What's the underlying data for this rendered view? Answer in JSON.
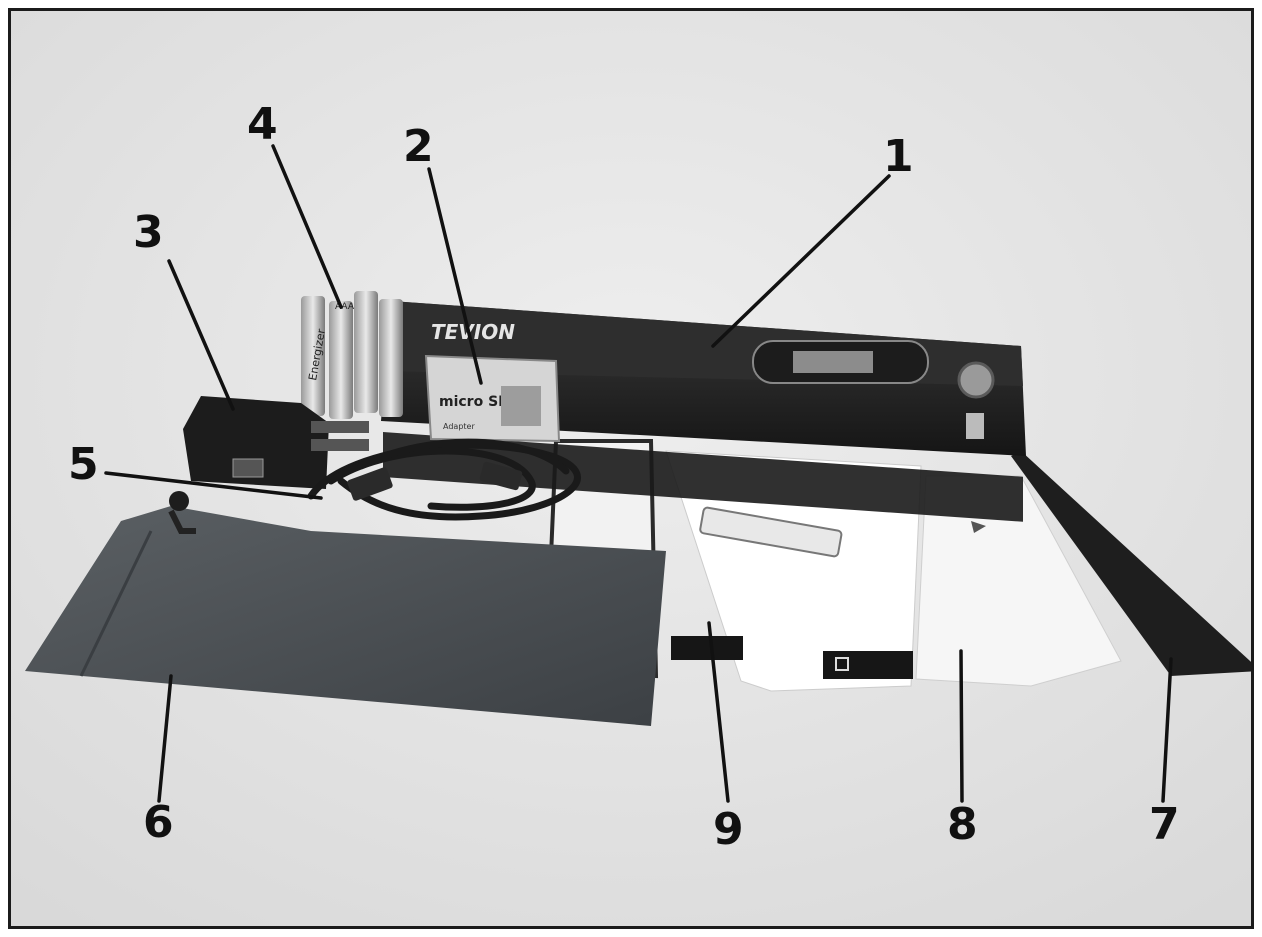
{
  "figure": {
    "callouts": [
      {
        "id": "1",
        "label": "1"
      },
      {
        "id": "2",
        "label": "2"
      },
      {
        "id": "3",
        "label": "3"
      },
      {
        "id": "4",
        "label": "4"
      },
      {
        "id": "5",
        "label": "5"
      },
      {
        "id": "6",
        "label": "6"
      },
      {
        "id": "7",
        "label": "7"
      },
      {
        "id": "8",
        "label": "8"
      },
      {
        "id": "9",
        "label": "9"
      }
    ],
    "product_text": {
      "scanner_brand": "TEVION",
      "card_brand": "micro SD",
      "battery_brand": "Energizer",
      "battery_type": "AAA",
      "adapter_text": "Adapter"
    },
    "colors": {
      "frame": "#1b1b1b",
      "scanner_body": "#2b2b2b",
      "pouch": "#4a4f53",
      "background": "#e6e6e6"
    }
  }
}
